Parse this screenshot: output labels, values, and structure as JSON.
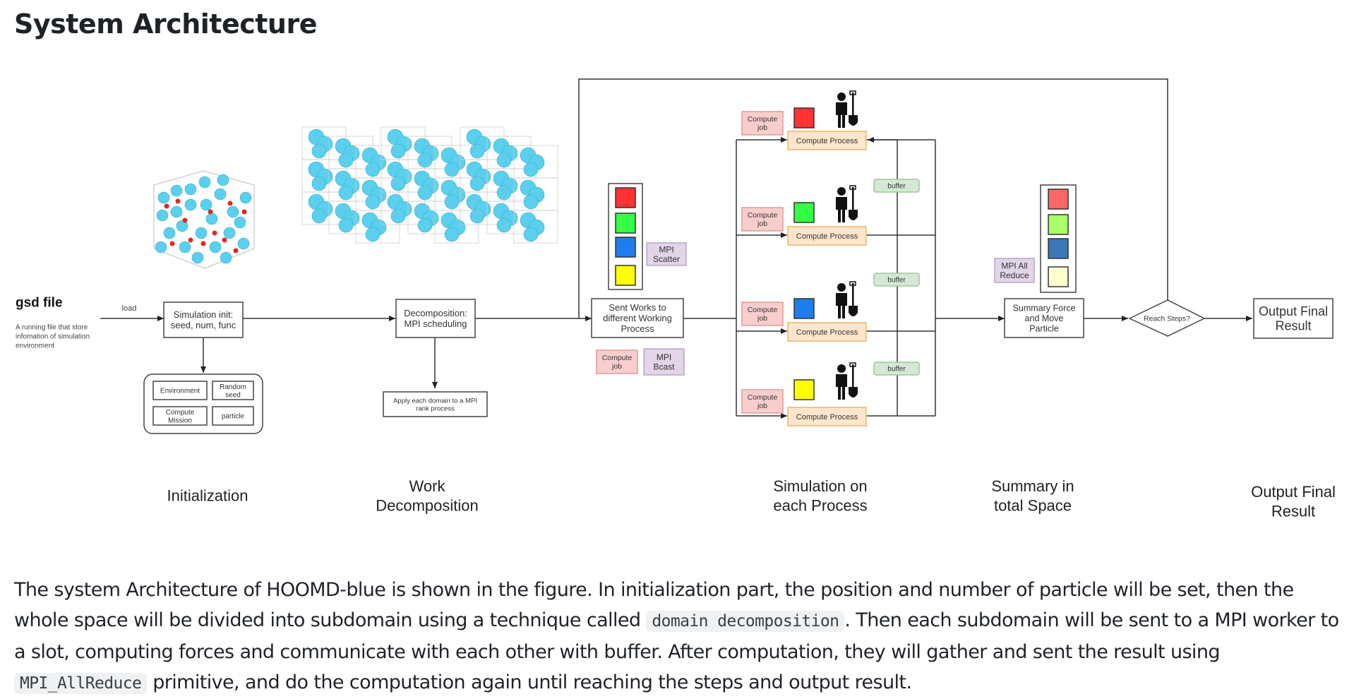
{
  "page": {
    "heading": "System Architecture"
  },
  "diagram": {
    "input": {
      "title": "gsd file",
      "description_lines": [
        "A running file that store",
        "infomation of simulation",
        "environment"
      ],
      "edge_label": "load"
    },
    "init_box": {
      "lines": [
        "Simulation init:",
        "seed, num, func"
      ]
    },
    "init_components": [
      "Environment",
      "Random seed",
      "Compute Mission",
      "particle"
    ],
    "decomp_box": {
      "lines": [
        "Decomposition:",
        "MPI scheduling"
      ]
    },
    "apply_box": {
      "lines": [
        "Apply each domain to a MPI",
        "rank process"
      ]
    },
    "send_box": {
      "lines": [
        "Sent Works to",
        "different Working",
        "Process"
      ]
    },
    "scatter_label": {
      "lines": [
        "MPI",
        "Scatter"
      ]
    },
    "send_compute_job": {
      "lines": [
        "Compute",
        "job"
      ]
    },
    "bcast_label": {
      "lines": [
        "MPI",
        "Bcast"
      ]
    },
    "scatter_colors": [
      "#ff3333",
      "#33ff44",
      "#1f7df0",
      "#ffff00"
    ],
    "workers": [
      {
        "job_lines": [
          "Compute",
          "job"
        ],
        "process": "Compute Process",
        "color": "#ff3333",
        "icon": "worker-with-shovel-icon"
      },
      {
        "job_lines": [
          "Compute",
          "job"
        ],
        "process": "Compute Process",
        "color": "#33ff44",
        "icon": "worker-with-shovel-icon"
      },
      {
        "job_lines": [
          "Compute",
          "job"
        ],
        "process": "Compute Process",
        "color": "#1f7df0",
        "icon": "worker-with-shovel-icon"
      },
      {
        "job_lines": [
          "Compute",
          "job"
        ],
        "process": "Compute Process",
        "color": "#ffff00",
        "icon": "worker-with-shovel-icon"
      }
    ],
    "buffers": [
      "buffer",
      "buffer",
      "buffer"
    ],
    "allreduce_label": {
      "lines": [
        "MPI All",
        "Reduce"
      ]
    },
    "reduce_colors": [
      "#ff6666",
      "#aaff66",
      "#3a78b8",
      "#ffffcc"
    ],
    "summary_box": {
      "lines": [
        "Summary Force",
        "and Move",
        "Particle"
      ]
    },
    "decision": "Reach Steps?",
    "output_box": {
      "lines": [
        "Output Final",
        "Result"
      ]
    },
    "stage_labels": [
      {
        "lines": [
          "Initialization"
        ]
      },
      {
        "lines": [
          "Work",
          "Decomposition"
        ]
      },
      {
        "lines": [
          "Simulation on",
          "each Process"
        ]
      },
      {
        "lines": [
          "Summary in",
          "total Space"
        ]
      },
      {
        "lines": [
          "Output Final",
          "Result"
        ]
      }
    ],
    "colors": {
      "job_fill": "#f8cecc",
      "job_stroke": "#e39a98",
      "mpi_fill": "#e1d5e7",
      "mpi_stroke": "#b7a6c6",
      "process_fill": "#ffe6cc",
      "process_stroke": "#e8b56a",
      "buffer_fill": "#d5e8d4",
      "buffer_stroke": "#9fc69c",
      "particle_blue": "#5bd0ee",
      "particle_red": "#e02a1e"
    }
  },
  "paragraph": {
    "part1": "The system Architecture of HOOMD-blue is shown in the figure. In initialization part, the position and number of particle will be set, then the whole space will be divided into subdomain using a technique called ",
    "code1": "domain decomposition",
    "part2": ". Then each subdomain will be sent to a MPI worker to a slot, computing forces and communicate with each other with buffer. After computation, they will gather and sent the result using ",
    "code2": "MPI_AllReduce",
    "part3": " primitive, and do the computation again until reaching the steps and output result."
  }
}
